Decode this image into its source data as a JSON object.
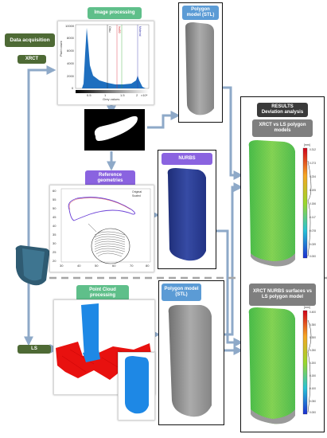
{
  "labels": {
    "data_acquisition": "Data acquisition",
    "xrct": "XRCT",
    "ls": "LS",
    "image_processing": "Image processing",
    "polygon_model_stl_top": "Polygon model (STL)",
    "reference_geometries": "Reference geometries",
    "nurbs": "NURBS",
    "point_cloud_processing": "Point Cloud processing",
    "polygon_model_stl_bottom": "Polygon model (STL)",
    "results_title": "RESULTS",
    "results_subtitle": "Deviation analysis",
    "xrct_vs_ls": "XRCT vs LS polygon models",
    "xrct_nurbs_vs_ls": "XRCT NURBS surfaces vs LS polygon model"
  },
  "histogram": {
    "ylabel": "Pixel count",
    "xlabel": "Grey values",
    "exp": "×10⁴",
    "x_ticks": [
      "0.5",
      "1",
      "1.5",
      "2"
    ],
    "y_ticks": [
      "10000",
      "8000",
      "6000",
      "4000",
      "2000",
      "0"
    ],
    "marker_labels": [
      "Otsu",
      "Iso50",
      "Material"
    ]
  },
  "reference_plot": {
    "legend": [
      "Original",
      "Scaled"
    ],
    "x_ticks": [
      "30",
      "40",
      "50",
      "60",
      "70",
      "80"
    ],
    "y_ticks": [
      "60",
      "55",
      "50",
      "45",
      "40",
      "35",
      "30",
      "25",
      "20"
    ]
  },
  "colorbars": [
    {
      "unit": "[mm]",
      "ticks": [
        "0.312",
        "0.273",
        "0.234",
        "0.195",
        "0.156",
        "0.117",
        "0.078",
        "0.039",
        "0.000"
      ]
    },
    {
      "unit": "[mm]",
      "ticks": [
        "0.400",
        "0.350",
        "0.300",
        "0.250",
        "0.200",
        "0.150",
        "0.100",
        "0.050",
        "0.000"
      ]
    }
  ],
  "colors": {
    "dark_green": "#4e6a35",
    "green": "#5fbf8a",
    "blue": "#5b9bd5",
    "purple": "#8a63e0",
    "results": "#3a3a3a",
    "arrow": "#8ea9c8"
  }
}
